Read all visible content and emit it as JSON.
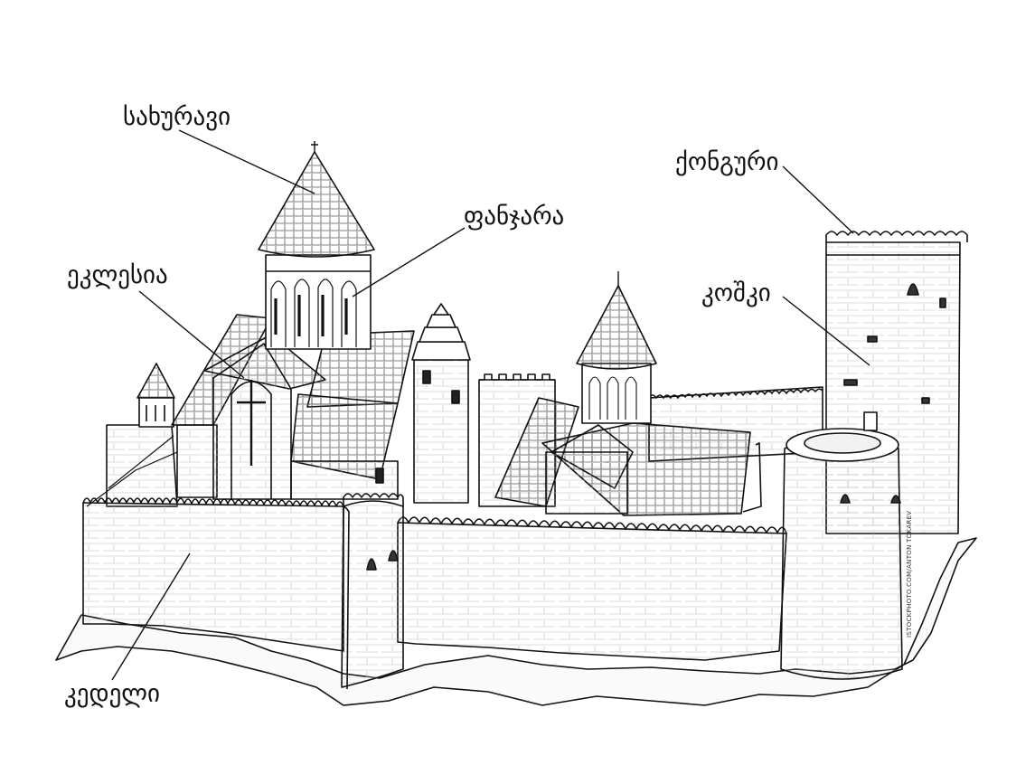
{
  "labels": {
    "roof": "სახურავი",
    "window": "ფანჯარა",
    "church": "ეკლესია",
    "merlon": "ქონგური",
    "tower": "კოშკი",
    "wall": "კედელი"
  },
  "credit": "ISTOCKPHOTO.COM/ANTON TOKAREV",
  "colors": {
    "ink": "#111111",
    "paper": "#ffffff"
  }
}
